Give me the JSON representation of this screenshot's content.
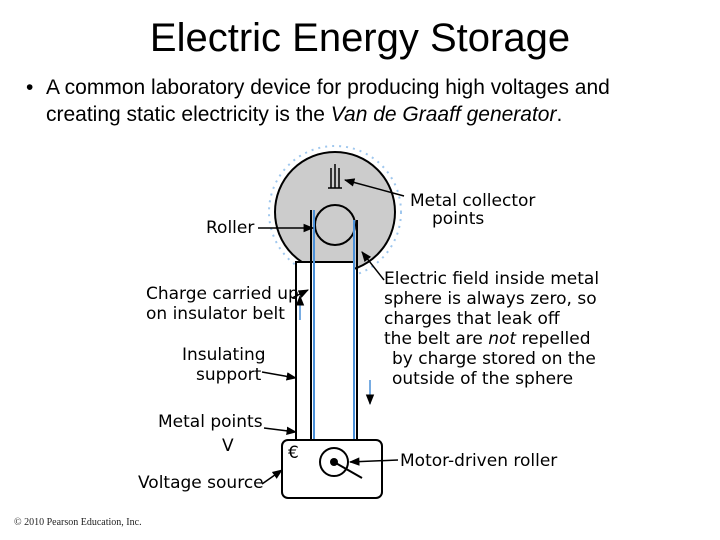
{
  "slide": {
    "title": "Electric Energy Storage",
    "bullet": {
      "marker": "•",
      "text_before": "A common laboratory device for producing high voltages and creating static electricity is the ",
      "italic_text": "Van de Graaff generator",
      "text_after": "."
    }
  },
  "figure": {
    "labels": {
      "metal_collector_line1": "Metal collector",
      "metal_collector_line2": "points",
      "roller": "Roller",
      "charge_line1": "Charge carried up",
      "charge_line2": "on insulator belt",
      "field_line1": "Electric field inside metal",
      "field_line2": "sphere is always zero, so",
      "field_line3": "charges that leak off",
      "field_line4_a": "the belt are ",
      "field_line4_em": "not",
      "field_line4_b": " repelled",
      "field_line5": "by charge stored on the",
      "field_line6": "outside of the sphere",
      "insulating_line1": "Insulating",
      "insulating_line2": "support",
      "metal_points": "Metal points",
      "v": "V",
      "motor_roller": "Motor-driven roller",
      "voltage_source": "Voltage source"
    },
    "colors": {
      "sphere": "#cccccc",
      "belt_accent": "#4a90d9",
      "line": "#000000"
    }
  },
  "footer": {
    "copyright": "© 2010 Pearson Education, Inc."
  }
}
